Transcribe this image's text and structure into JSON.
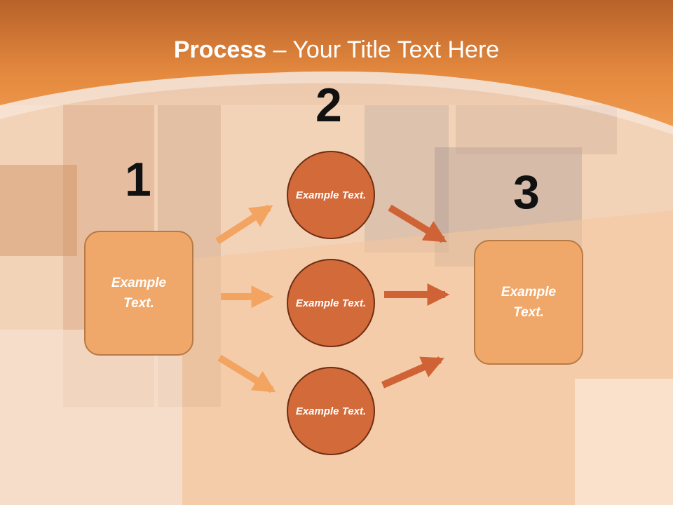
{
  "title": {
    "bold": "Process",
    "rest": " – Your Title Text Here"
  },
  "steps": {
    "one": {
      "number": "1",
      "text": "Example Text."
    },
    "two_top": {
      "text": "Example Text."
    },
    "two_mid": {
      "text": "Example Text."
    },
    "two_bot": {
      "text": "Example Text."
    },
    "two": {
      "number": "2"
    },
    "three": {
      "number": "3",
      "text": "Example Text."
    }
  },
  "colors": {
    "header": "#e88a3c",
    "box_fill": "#f0a86a",
    "circle_fill": "#d26a3a",
    "arrow_light": "#f2a460",
    "arrow_dark": "#cf6335"
  }
}
